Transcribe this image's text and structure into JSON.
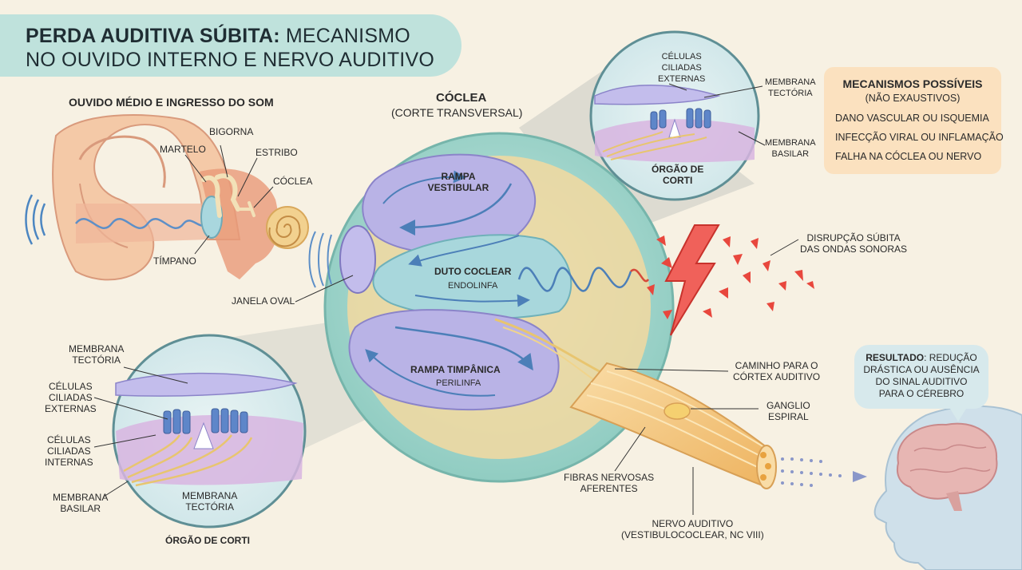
{
  "title": {
    "strong": "PERDA AUDITIVA SÚBITA:",
    "rest_line1": " MECANISMO",
    "line2": "NO OUVIDO INTERNO E NERVO AUDITIVO"
  },
  "middle_ear": {
    "heading": "OUVIDO MÉDIO E INGRESSO DO SOM",
    "labels": {
      "bigorna": "BIGORNA",
      "martelo": "MARTELO",
      "estribo": "ESTRIBO",
      "coclea": "CÓCLEA",
      "timpano": "TÍMPANO"
    }
  },
  "cochlea": {
    "heading": "CÓCLEA",
    "subheading": "(CORTE TRANSVERSAL)",
    "scala_vestibuli": [
      "RAMPA",
      "VESTIBULAR"
    ],
    "duct": "DUTO COCLEAR",
    "endolymph": "ENDOLINFA",
    "scala_tympani": "RAMPA TIMPÂNICA",
    "perilymph": "PERILINFA",
    "oval_window": "JANELA OVAL"
  },
  "corti_top": {
    "outer_hair_cells": [
      "CÉLULAS",
      "CILIADAS",
      "EXTERNAS"
    ],
    "tectorial": [
      "MEMBRANA",
      "TECTÓRIA"
    ],
    "basilar": [
      "MEMBRANA",
      "BASILAR"
    ],
    "caption": [
      "ÓRGÃO DE",
      "CORTI"
    ]
  },
  "corti_bottom": {
    "tectorial": [
      "MEMBRANA",
      "TECTÓRIA"
    ],
    "outer_hair_cells": [
      "CÉLULAS",
      "CILIADAS",
      "EXTERNAS"
    ],
    "inner_hair_cells": [
      "CÉLULAS",
      "CILIADAS",
      "INTERNAS"
    ],
    "basilar": [
      "MEMBRANA",
      "BASILAR"
    ],
    "tectorial_bottom": [
      "MEMBRANA",
      "TECTÓRIA"
    ],
    "caption": "ÓRGÃO DE CORTI"
  },
  "mechanisms": {
    "heading": "MECANISMOS POSSÍVEIS",
    "subheading": "(NÃO EXAUSTIVOS)",
    "items": [
      "DANO VASCULAR OU ISQUEMIA",
      "INFECÇÃO VIRAL OU INFLAMAÇÃO",
      "FALHA NA CÓCLEA OU NERVO"
    ]
  },
  "disruption": [
    "DISRUPÇÃO SÚBITA",
    "DAS ONDAS SONORAS"
  ],
  "nerve": {
    "path_to_cortex": [
      "CAMINHO PARA O",
      "CÓRTEX AUDITIVO"
    ],
    "spiral_ganglion": [
      "GANGLIO",
      "ESPIRAL"
    ],
    "afferent_fibers": [
      "FIBRAS NERVOSAS",
      "AFERENTES"
    ],
    "auditory_nerve": [
      "NERVO AUDITIVO",
      "(VESTIBULOCOCLEAR, NC VIII)"
    ]
  },
  "result": {
    "strong": "RESULTADO",
    "rest": ": REDUÇÃO",
    "lines": [
      "DRÁSTICA OU AUSÊNCIA",
      "DO SINAL AUDITIVO",
      "PARA O CÉREBRO"
    ]
  },
  "colors": {
    "banner": "#bfe2dc",
    "cochlea_outer": "#9fd3c9",
    "cochlea_rim": "#f3d9a0",
    "scala": "#b9b3e6",
    "duct": "#a8d7dc",
    "nerve": "#f6cc8a",
    "mech_box": "#fbe1bf",
    "lightning": "#e8473d",
    "brain": "#e7b6b3",
    "head": "#cfe0ea"
  }
}
